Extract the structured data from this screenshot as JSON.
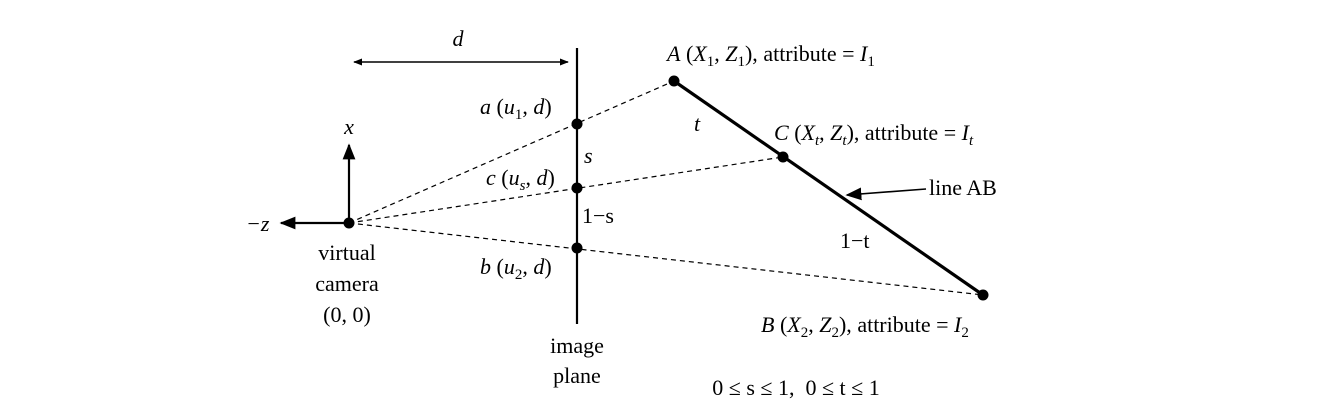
{
  "labels": {
    "d": "d",
    "x_axis": "x",
    "z_axis": "−z",
    "camera_line1": "virtual",
    "camera_line2": "camera",
    "camera_line3": "(0, 0)",
    "image_plane_line1": "image",
    "image_plane_line2": "plane",
    "s": "s",
    "one_minus_s": "1−s",
    "t": "t",
    "one_minus_t": "1−t",
    "line_ab": "line AB",
    "constraint": "0 ≤ s ≤ 1,  0 ≤ t ≤ 1"
  },
  "points": {
    "A": {
      "name": "A",
      "X": "X",
      "Xsub": "1",
      "Z": "Z",
      "Zsub": "1",
      "attr": "attribute",
      "I": "I",
      "Isub": "1"
    },
    "C": {
      "name": "C",
      "X": "X",
      "Xsub": "t",
      "Z": "Z",
      "Zsub": "t",
      "attr": "attribute",
      "I": "I",
      "Isub": "t"
    },
    "B": {
      "name": "B",
      "X": "X",
      "Xsub": "2",
      "Z": "Z",
      "Zsub": "2",
      "attr": "attribute",
      "I": "I",
      "Isub": "2"
    },
    "a": {
      "name": "a",
      "u": "u",
      "usub": "1",
      "d": "d"
    },
    "c": {
      "name": "c",
      "u": "u",
      "usub": "s",
      "d": "d"
    },
    "b": {
      "name": "b",
      "u": "u",
      "usub": "2",
      "d": "d"
    }
  },
  "colors": {
    "ink": "#000000",
    "background": "#ffffff"
  }
}
